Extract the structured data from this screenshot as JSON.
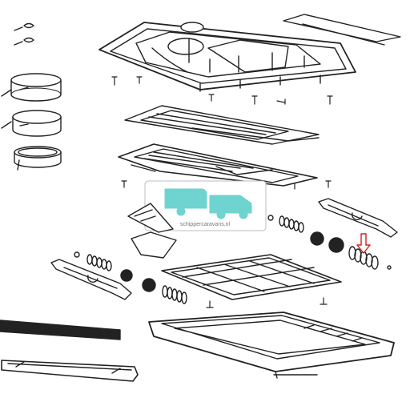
{
  "watermark": {
    "text": "schippercaravans.nl",
    "color": "#6fd3cf"
  },
  "line_color": "#222222",
  "highlight": {
    "icon": "down-arrow-icon",
    "color": "#d22020"
  },
  "parts": [
    {
      "name": "roof-frame-assembly"
    },
    {
      "name": "seal-ring-rolls"
    },
    {
      "name": "flyscreen-panel"
    },
    {
      "name": "blind-panel"
    },
    {
      "name": "hinge-arm"
    },
    {
      "name": "spring-set"
    },
    {
      "name": "grid-insert"
    },
    {
      "name": "inner-frame"
    },
    {
      "name": "side-trim-strips"
    }
  ]
}
